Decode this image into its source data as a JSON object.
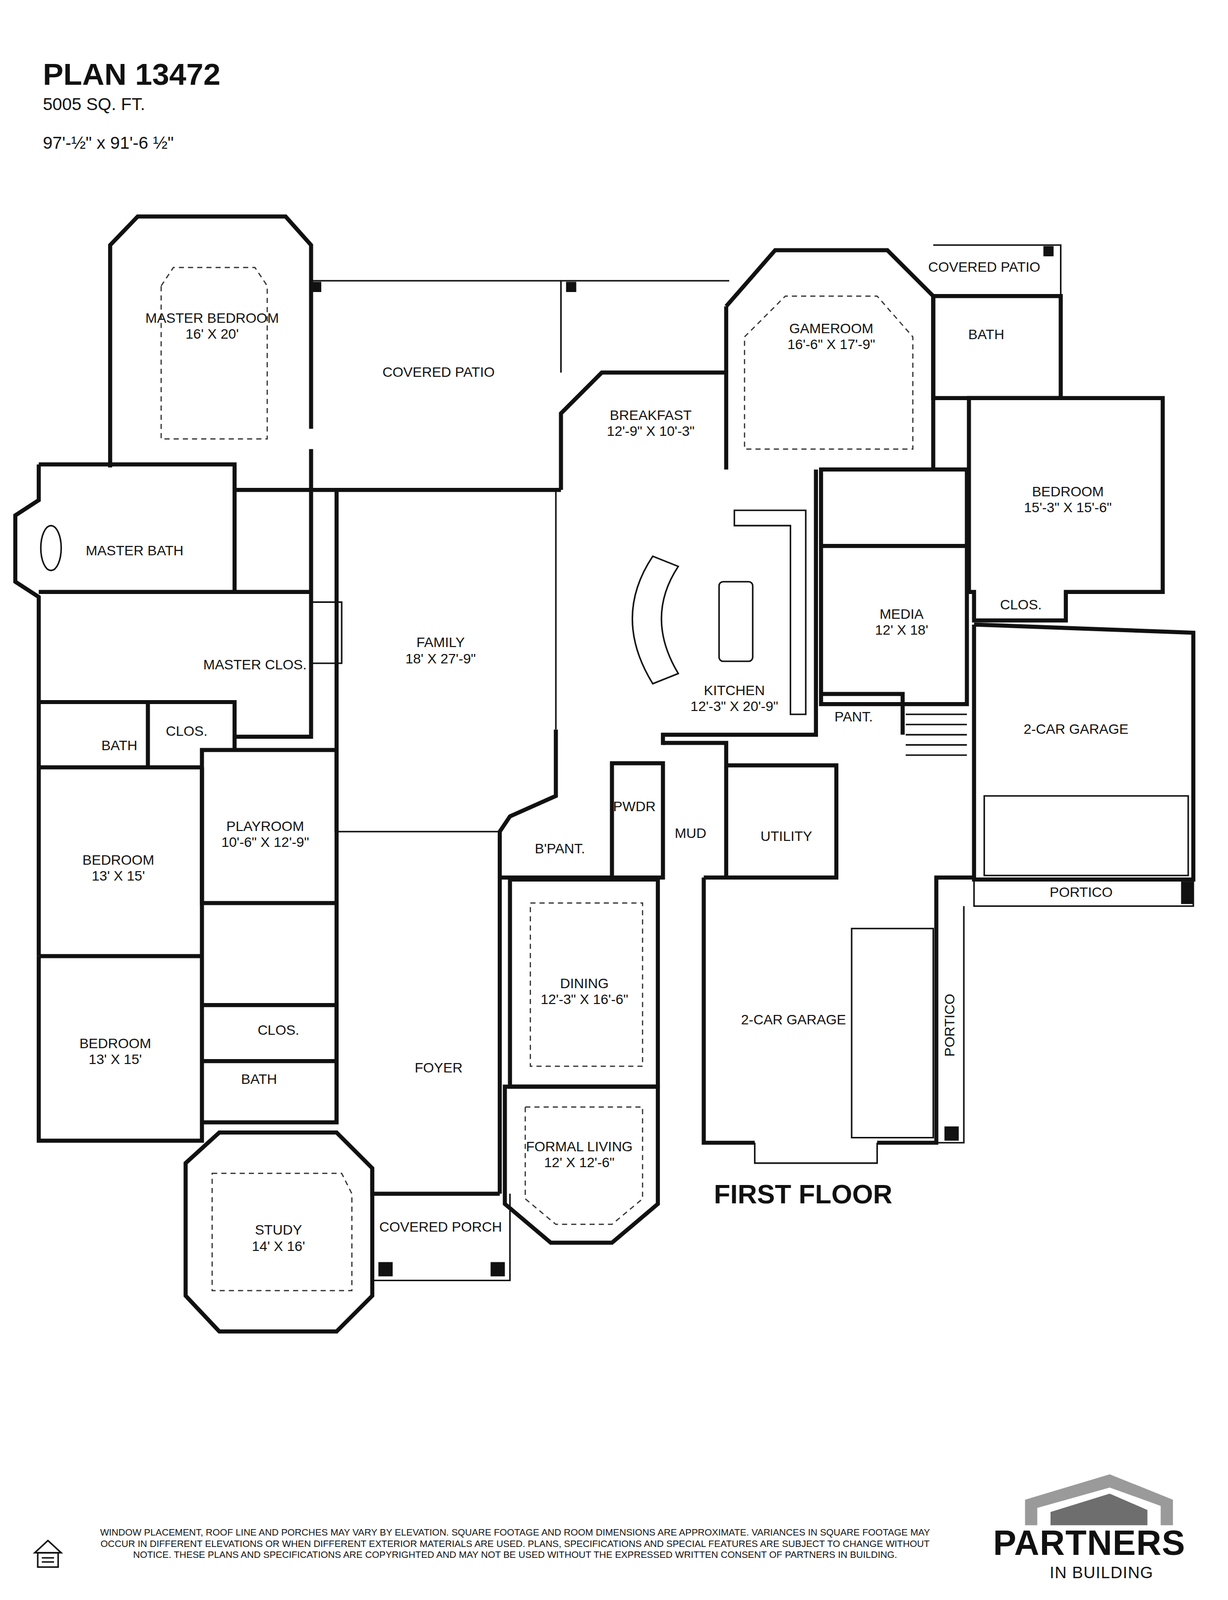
{
  "diagram": {
    "title": "PLAN 13472",
    "nodes": [
      {
        "text": [
          "MASTER BEDROOM",
          "16' X 20'"
        ]
      },
      {
        "text": [
          "COVERED PATIO"
        ]
      },
      {
        "text": [
          "BREAKFAST",
          "12'-9\" X 10'-3\""
        ]
      },
      {
        "text": [
          "GAMEROOM",
          "16'-6\" X 17'-9\""
        ]
      },
      {
        "text": [
          "COVERED PATIO"
        ]
      },
      {
        "text": [
          "BATH"
        ]
      },
      {
        "text": [
          "BEDROOM",
          "15'-3\" X 15'-6\""
        ]
      },
      {
        "text": [
          "CLOS."
        ]
      },
      {
        "text": [
          "MASTER BATH"
        ]
      },
      {
        "text": [
          "MASTER CLOS."
        ]
      },
      {
        "text": [
          "FAMILY",
          "18' X 27'-9\""
        ]
      },
      {
        "text": [
          "KITCHEN",
          "12'-3\" X 20'-9\""
        ]
      },
      {
        "text": [
          "MEDIA",
          "12' X 18'"
        ]
      },
      {
        "text": [
          "PANT."
        ]
      },
      {
        "text": [
          "2-CAR GARAGE"
        ]
      },
      {
        "text": [
          "BATH"
        ]
      },
      {
        "text": [
          "CLOS."
        ]
      },
      {
        "text": [
          "PLAYROOM",
          "10'-6\" X 12'-9\""
        ]
      },
      {
        "text": [
          "BEDROOM",
          "13' X 15'"
        ]
      },
      {
        "text": [
          "B'PANT."
        ]
      },
      {
        "text": [
          "PWDR"
        ]
      },
      {
        "text": [
          "MUD"
        ]
      },
      {
        "text": [
          "UTILITY"
        ]
      },
      {
        "text": [
          "PORTICO"
        ]
      },
      {
        "text": [
          "FOYER"
        ]
      },
      {
        "text": [
          "DINING",
          "12'-3\" X 16'-6\""
        ]
      },
      {
        "text": [
          "2-CAR GARAGE"
        ]
      },
      {
        "text": [
          "PORTICO"
        ]
      },
      {
        "text": [
          "BEDROOM",
          "13' X 15'"
        ]
      },
      {
        "text": [
          "CLOS."
        ]
      },
      {
        "text": [
          "BATH"
        ]
      },
      {
        "text": [
          "STUDY",
          "14' X 16'"
        ]
      },
      {
        "text": [
          "COVERED PORCH"
        ]
      },
      {
        "text": [
          "FORMAL LIVING",
          "12' X 12'-6\""
        ]
      }
    ],
    "labels": [
      "5005 SQ. FT.",
      "97'-½\" x 91'-6 ½\"",
      "FIRST FLOOR",
      "WINDOW PLACEMENT, ROOF LINE AND PORCHES MAY VARY BY ELEVATION. SQUARE FOOTAGE AND ROOM DIMENSIONS ARE APPROXIMATE. VARIANCES IN SQUARE FOOTAGE MAY OCCUR IN DIFFERENT ELEVATIONS OR WHEN DIFFERENT EXTERIOR MATERIALS ARE USED. PLANS, SPECIFICATIONS AND SPECIAL FEATURES ARE SUBJECT TO CHANGE WITHOUT NOTICE. THESE PLANS AND SPECIFICATIONS ARE COPYRIGHTED AND MAY NOT BE USED WITHOUT THE EXPRESSED WRITTEN CONSENT OF PARTNERS IN BUILDING.",
      "PARTNERS",
      "IN BUILDING"
    ]
  }
}
